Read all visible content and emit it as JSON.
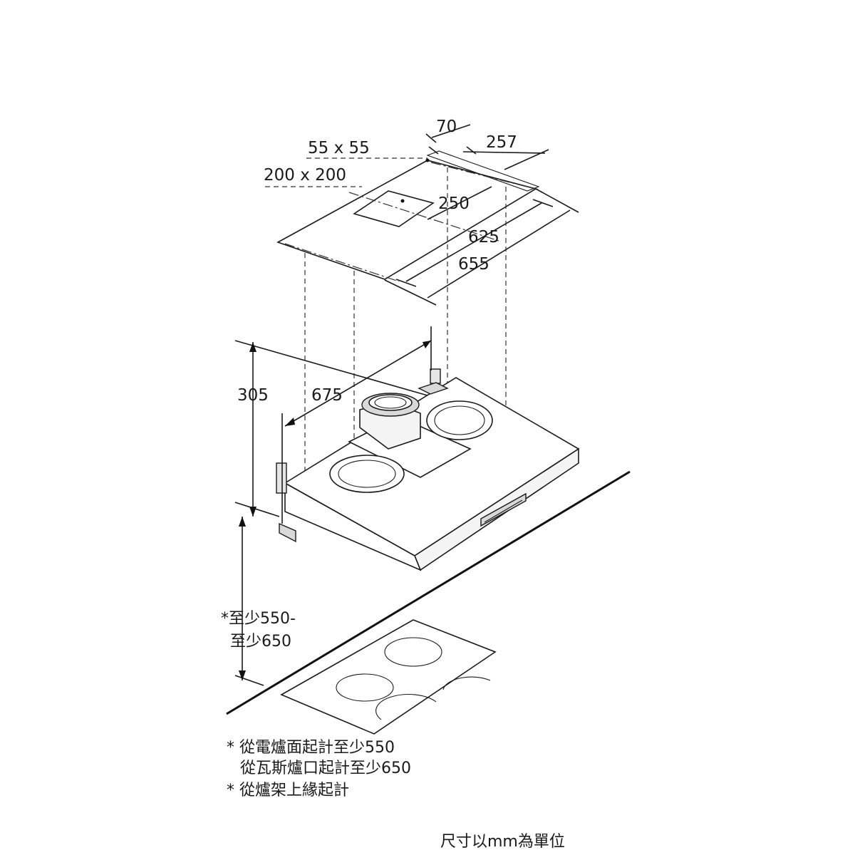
{
  "dimensions": {
    "d70": "70",
    "d257": "257",
    "d55x55": "55 x 55",
    "d200x200": "200 x 200",
    "d250": "250",
    "d625": "625",
    "d655": "655",
    "d305": "305",
    "d675": "675"
  },
  "clearance": {
    "line1": "*至少550-",
    "line2": "至少650"
  },
  "notes": {
    "line1": "* 從電爐面起計至少550",
    "line2": "從瓦斯爐口起計至少650",
    "line3": "* 從爐架上緣起計"
  },
  "unit_note": "尺寸以mm為單位"
}
